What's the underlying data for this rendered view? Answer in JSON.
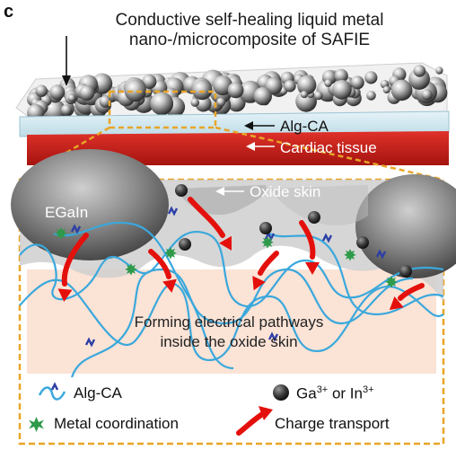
{
  "panel_letter": "c",
  "title_line1": "Conductive self-healing liquid metal",
  "title_line2": "nano-/microcomposite of SAFIE",
  "labels": {
    "alg_ca": "Alg-CA",
    "cardiac_tissue": "Cardiac tissue",
    "egain": "EGaIn",
    "oxide_skin": "Oxide skin",
    "pathways_line1": "Forming electrical pathways",
    "pathways_line2": "inside the oxide skin"
  },
  "legend": {
    "alg_ca": "Alg-CA",
    "ions_prefix": "Ga",
    "ions_sup1": "3+",
    "ions_mid": " or In",
    "ions_sup2": "3+",
    "metal_coordination": "Metal coordination",
    "charge_transport": "Charge transport"
  },
  "colors": {
    "tissue": "#c8231c",
    "zoom_border": "#e8a528",
    "polymer": "#3aa8dc",
    "arrow": "#e4100c",
    "coordination": "#2e9a4a",
    "ion": "#333333",
    "peach_bg": "#fbe3d6"
  }
}
